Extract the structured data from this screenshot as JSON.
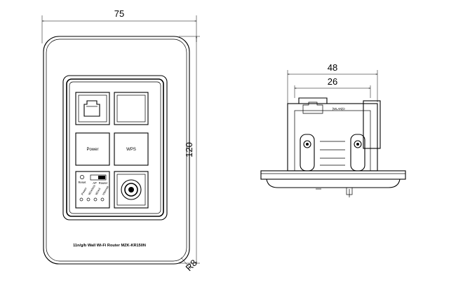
{
  "front_view": {
    "width_label": "75",
    "height_label": "120",
    "corner_radius_label": "R8",
    "button_labels": {
      "power": "Power",
      "wps": "WPS"
    },
    "reset_label": "Reset",
    "switch_labels": {
      "ap": "AP",
      "router": "Router"
    },
    "led_labels": [
      "Power",
      "Wireless",
      "Wired",
      "Internet"
    ],
    "model_text": "11n/g/b Wall Wi-Fi Router  MZK-KR150N"
  },
  "side_view": {
    "outer_width_label": "48",
    "inner_width_label": "26",
    "port_label": "[WLAN]O"
  }
}
